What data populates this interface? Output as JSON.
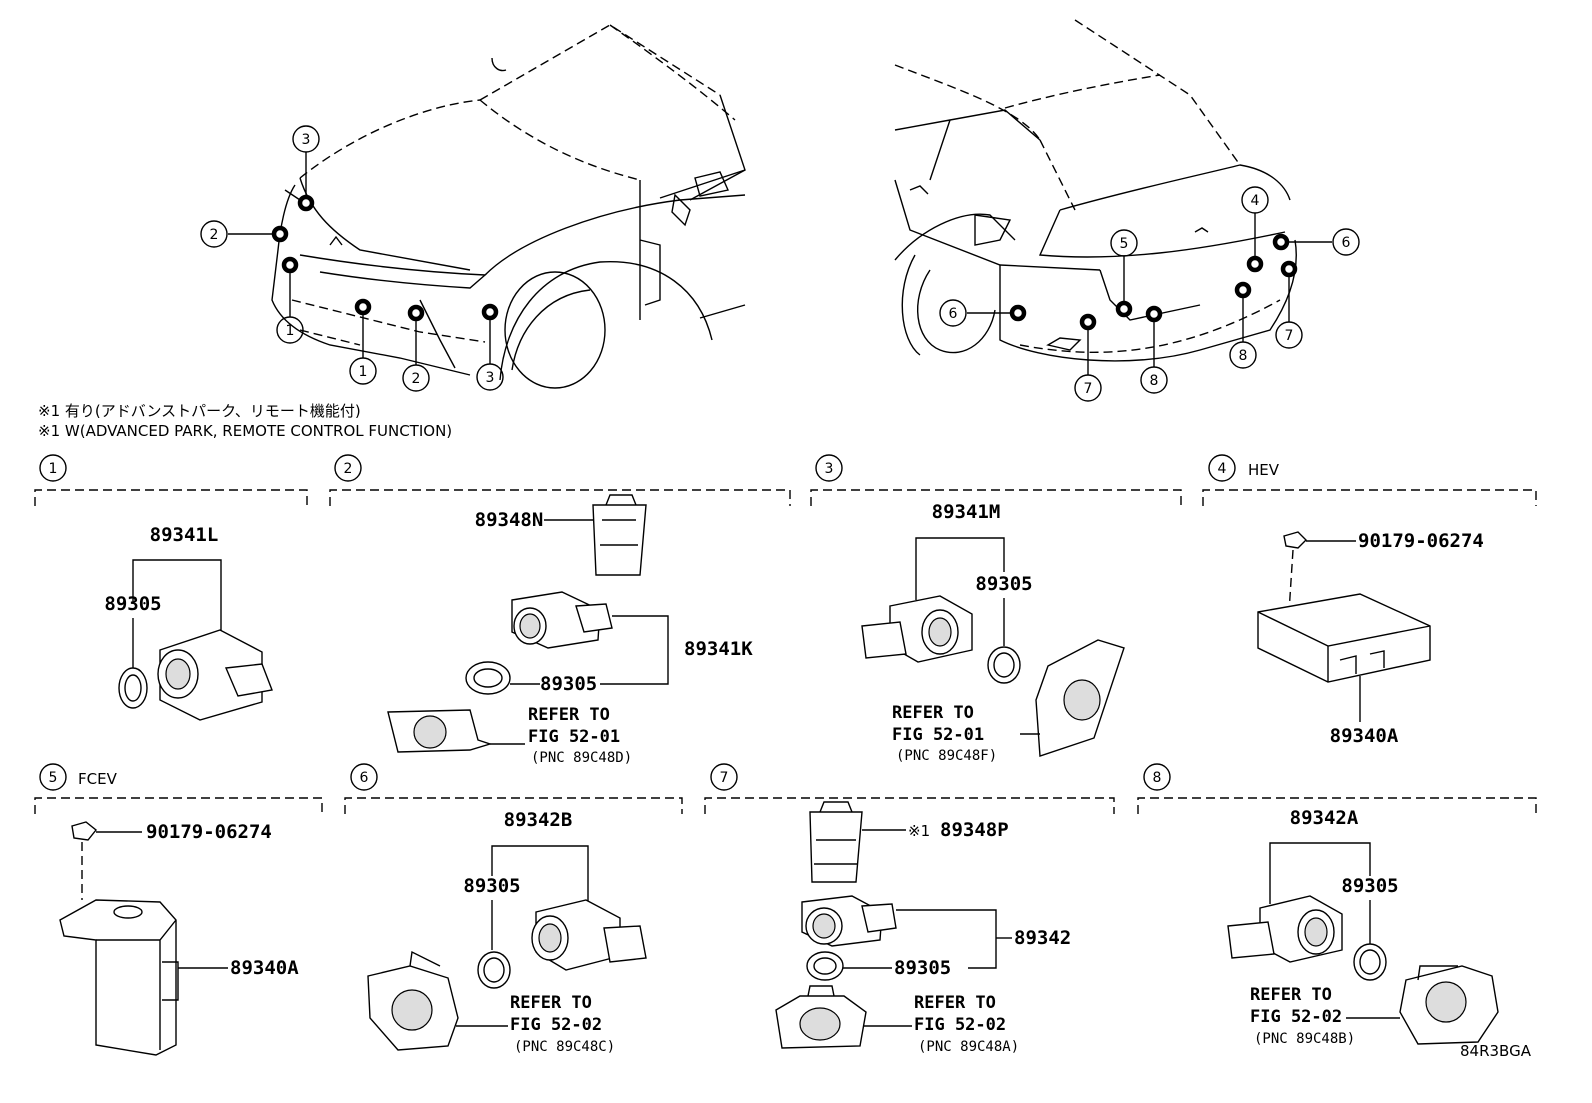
{
  "notes": {
    "line1": "※1 有り(アドバンストパーク、リモート機能付)",
    "line2": "※1 W(ADVANCED PARK, REMOTE CONTROL FUNCTION)"
  },
  "front_callouts": [
    "3",
    "2",
    "1",
    "1",
    "2",
    "3"
  ],
  "rear_callouts": [
    "4",
    "5",
    "6",
    "6",
    "7",
    "7",
    "8",
    "8"
  ],
  "groups": [
    {
      "num": "1",
      "label": "",
      "parts": [
        "89341L",
        "89305"
      ]
    },
    {
      "num": "2",
      "label": "",
      "parts": [
        "89348N",
        "89341K",
        "89305"
      ],
      "refer": [
        "REFER TO",
        "FIG 52-01",
        "(PNC 89C48D)"
      ]
    },
    {
      "num": "3",
      "label": "",
      "parts": [
        "89341M",
        "89305"
      ],
      "refer": [
        "REFER TO",
        "FIG 52-01",
        "(PNC 89C48F)"
      ]
    },
    {
      "num": "4",
      "label": "HEV",
      "parts": [
        "90179-06274",
        "89340A"
      ]
    },
    {
      "num": "5",
      "label": "FCEV",
      "parts": [
        "90179-06274",
        "89340A"
      ]
    },
    {
      "num": "6",
      "label": "",
      "parts": [
        "89342B",
        "89305"
      ],
      "refer": [
        "REFER TO",
        "FIG 52-02",
        "(PNC 89C48C)"
      ]
    },
    {
      "num": "7",
      "label": "",
      "parts": [
        "※1",
        "89348P",
        "89342",
        "89305"
      ],
      "refer": [
        "REFER TO",
        "FIG 52-02",
        "(PNC 89C48A)"
      ]
    },
    {
      "num": "8",
      "label": "",
      "parts": [
        "89342A",
        "89305"
      ],
      "refer": [
        "REFER TO",
        "FIG 52-02",
        "(PNC 89C48B)"
      ]
    }
  ],
  "figure_code": "84R3BGA"
}
